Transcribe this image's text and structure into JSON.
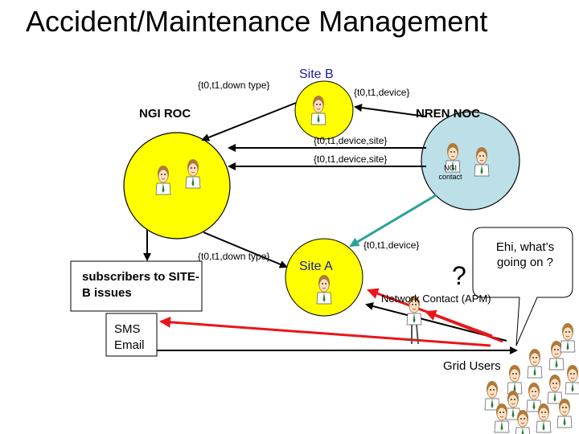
{
  "title": "Accident/Maintenance Management",
  "nodes": {
    "ngi_roc": "NGI ROC",
    "nren_noc": "NREN NOC",
    "site_b": "Site B",
    "site_a": "Site A",
    "ngi_contact": "NGI contact",
    "subscribers": "subscribers to SITE-B issues",
    "sms_email": "SMS Email",
    "grid_users": "Grid Users",
    "network_contact": "Network Contact (APM)"
  },
  "messages": {
    "sitebtoroc": "{t0,t1,down type}",
    "nocnotice": "{t0,t1,device}",
    "noctoroc1": "{t0,t1,device,site}",
    "noctoroc2": "{t0,t1,device,site}",
    "nocsitea": "{t0,t1,device}",
    "rocsitea": "{t0,t1,down type}"
  },
  "speech": {
    "question_mark": "?",
    "bubble": "Ehi, what’s going on ?"
  },
  "colors": {
    "ngi_roc_fill": "#ffff00",
    "nren_noc_fill": "#bde0e8",
    "site_fill": "#ffff00",
    "arrow_black": "#000000",
    "arrow_teal": "#2aa19a",
    "arrow_red": "#e8161b"
  }
}
